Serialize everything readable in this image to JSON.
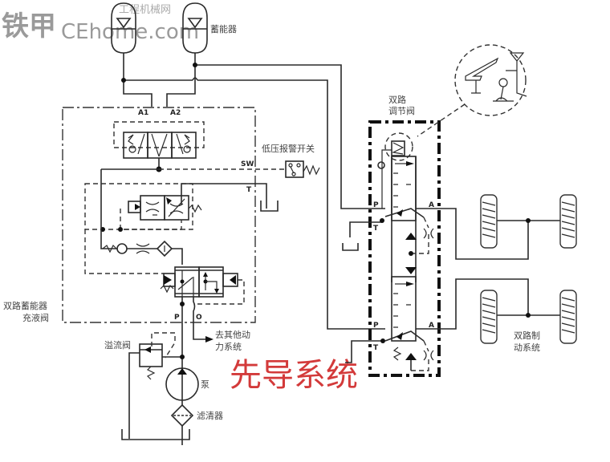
{
  "watermark": {
    "brand": "铁甲",
    "site": "CEhome.com",
    "subtitle": "工程机械网"
  },
  "labels": {
    "accumulator": "蓄能器",
    "low_pressure_switch": "低压报警开关",
    "charging_valve": [
      "双路蓄能器",
      "充液阀"
    ],
    "to_other_systems": [
      "去其他动",
      "力系统"
    ],
    "relief_valve": "溢流阀",
    "pump": "泵",
    "filter": "滤清器",
    "dual_control_valve": [
      "双路",
      "调节阀"
    ],
    "dual_brake_system": [
      "双路制",
      "动系统"
    ],
    "pilot_system": "先导系统"
  },
  "ports": {
    "a1": "A1",
    "a2": "A2",
    "sw": "SW",
    "t": "T",
    "p": "P",
    "o": "O",
    "upper_p": "P",
    "upper_t": "T",
    "upper_a": "A",
    "lower_p": "P",
    "lower_t": "T",
    "lower_a": "A"
  },
  "colors": {
    "line": "#2a2a2a",
    "highlight_text": "#d33a3a"
  }
}
